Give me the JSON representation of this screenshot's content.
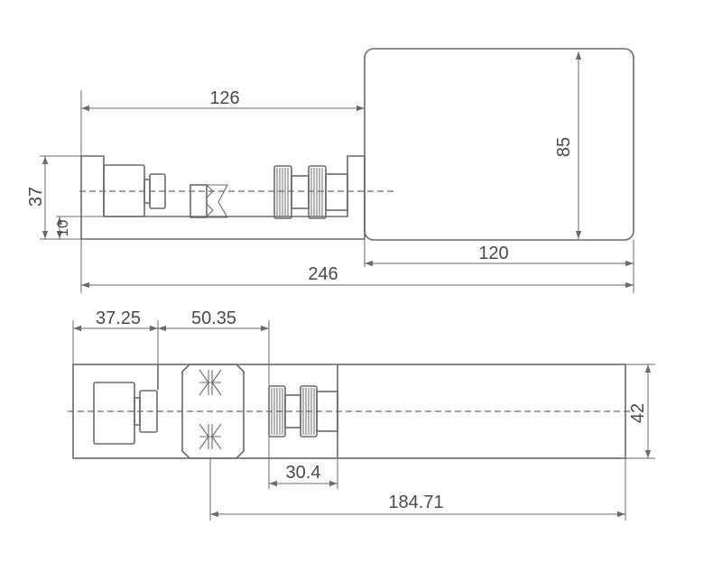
{
  "dimensions": {
    "top_126": "126",
    "top_85": "85",
    "top_37": "37",
    "top_10": "10",
    "top_120": "120",
    "top_246": "246",
    "bottom_37_25": "37.25",
    "bottom_50_35": "50.35",
    "bottom_42": "42",
    "bottom_30_4": "30.4",
    "bottom_184_71": "184.71"
  },
  "colors": {
    "line": "#6b6b6b",
    "text": "#4a4a4a",
    "background": "#ffffff"
  }
}
